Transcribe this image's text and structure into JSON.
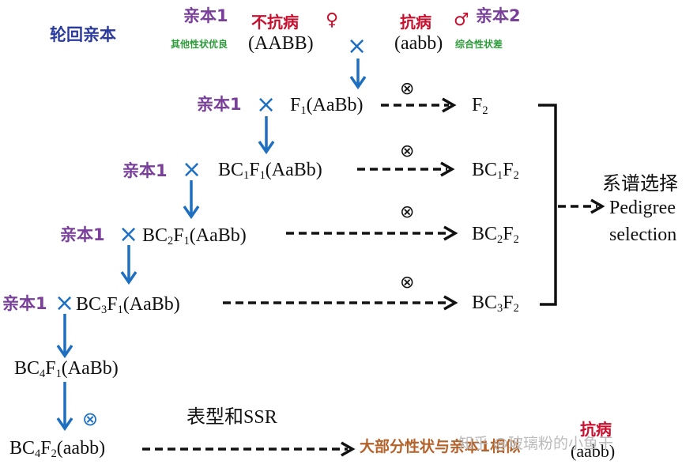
{
  "scheme_title": "轮回亲本",
  "parent1": {
    "label": "亲本1",
    "trait": "不抗病",
    "sex_symbol": "♀",
    "note": "其他性状优良",
    "genotype": "(AABB)"
  },
  "parent2": {
    "trait": "抗病",
    "sex_symbol": "♂",
    "label": "亲本2",
    "note": "综合性状差",
    "genotype": "(aabb)"
  },
  "cross_symbol": "×",
  "self_symbol": "⊗",
  "recurrent_label": "亲本1",
  "generations": [
    {
      "base": "F",
      "sub": "1",
      "genotype": "(AaBb)",
      "selfed_base": "F",
      "selfed_sub": "2"
    },
    {
      "base": "BC",
      "sub": "1",
      "f": "F",
      "fsub": "1",
      "genotype": "(AaBb)",
      "selfed": "BC",
      "selfed_sub": "1",
      "selfed_f": "F",
      "selfed_fsub": "2"
    },
    {
      "base": "BC",
      "sub": "2",
      "f": "F",
      "fsub": "1",
      "genotype": "(AaBb)",
      "selfed": "BC",
      "selfed_sub": "2",
      "selfed_f": "F",
      "selfed_fsub": "2"
    },
    {
      "base": "BC",
      "sub": "3",
      "f": "F",
      "fsub": "1",
      "genotype": "(AaBb)",
      "selfed": "BC",
      "selfed_sub": "3",
      "selfed_f": "F",
      "selfed_fsub": "2"
    },
    {
      "base": "BC",
      "sub": "4",
      "f": "F",
      "fsub": "1",
      "genotype": "(AaBb)"
    }
  ],
  "final": {
    "base": "BC",
    "sub": "4",
    "f": "F",
    "fsub": "2",
    "genotype": "(aabb)"
  },
  "selection": {
    "cn": "系谱选择",
    "en1": "Pedigree",
    "en2": "selection"
  },
  "phenotype_label": "表型和SSR",
  "result": {
    "text": "大部分性状与亲本1相似",
    "trait": "抗病",
    "genotype": "(aabb)"
  },
  "watermark": "知乎 @玻璃粉的小鱼干",
  "colors": {
    "arrow": "#1f6fc0",
    "purple": "#7a3f9a",
    "red": "#c8102e",
    "green": "#2d9c3a",
    "navy": "#2a3a9e",
    "brown": "#b4622a"
  }
}
